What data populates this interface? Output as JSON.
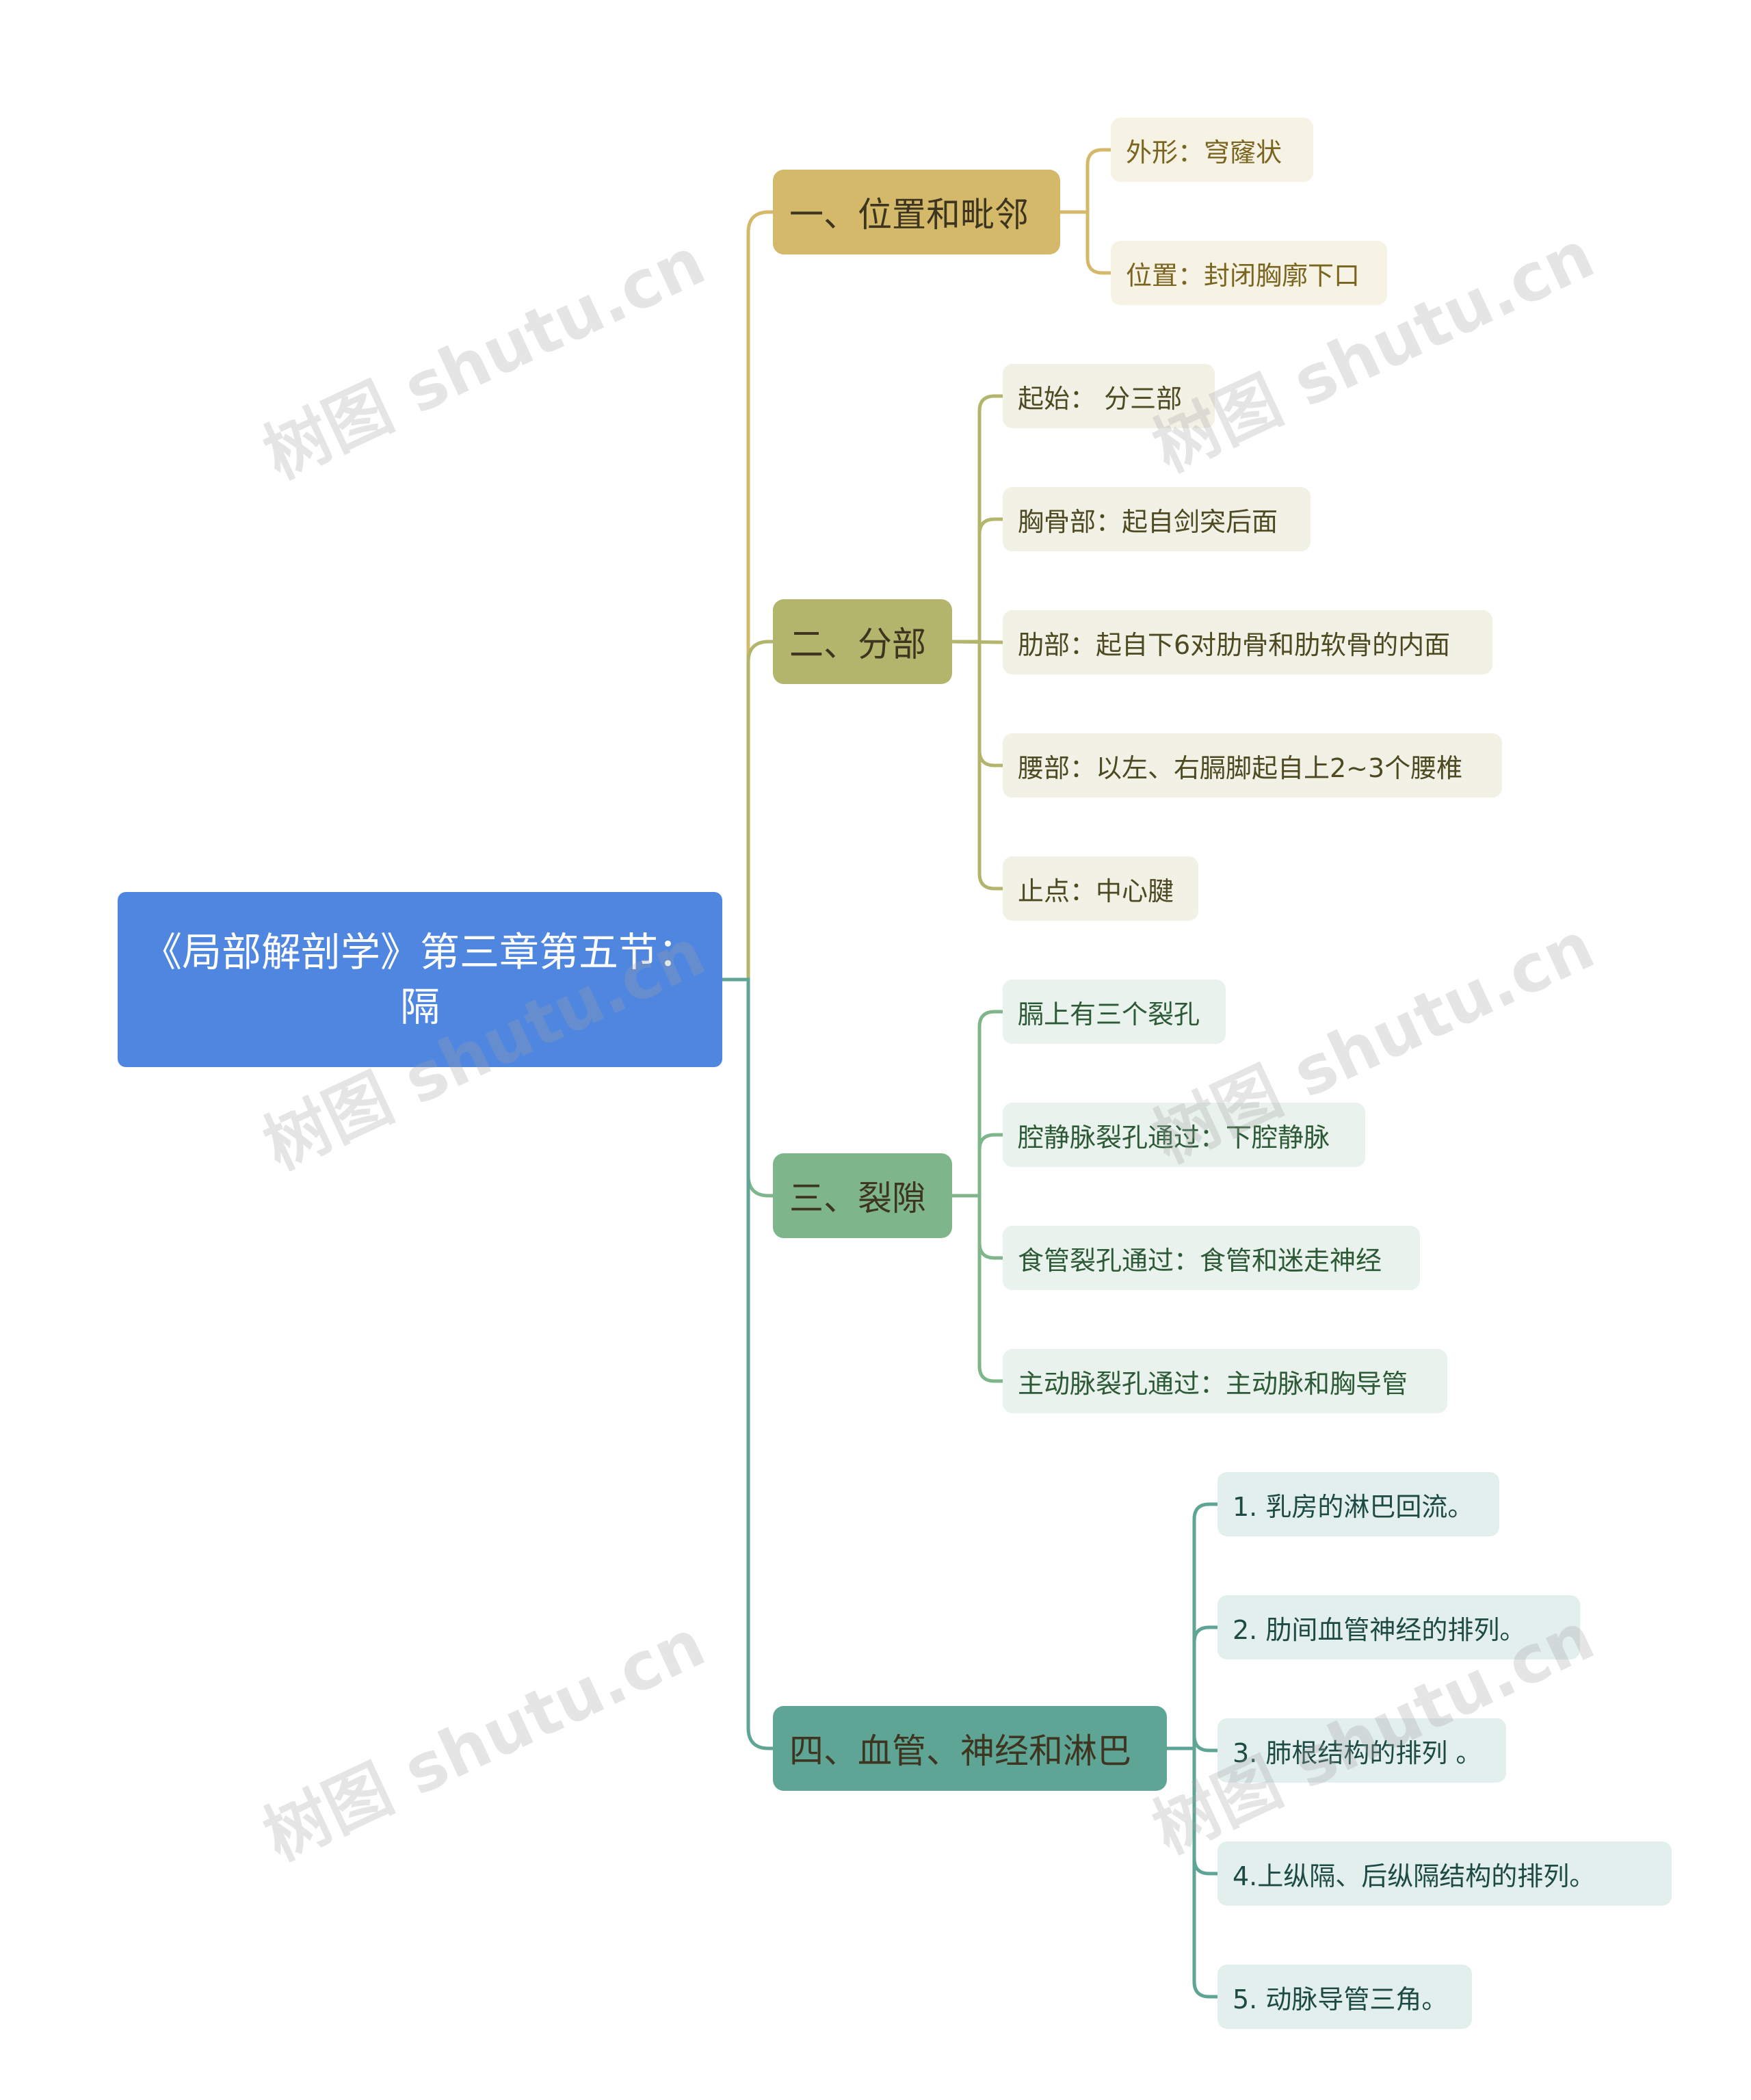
{
  "root": {
    "title": "《局部解剖学》第三章第五节：隔"
  },
  "branches": [
    {
      "label": "一、位置和毗邻",
      "color": "#d4b96a",
      "leaf_bg": "#f7f3e4",
      "leaf_color": "#7a6520",
      "children": [
        "外形：穹窿状",
        "位置：封闭胸廓下口"
      ]
    },
    {
      "label": "二、分部",
      "color": "#b3b56d",
      "leaf_bg": "#f1f1e6",
      "leaf_color": "#4d4a22",
      "children": [
        "起始： 分三部",
        "胸骨部：起自剑突后面",
        "肋部：起自下6对肋骨和肋软骨的内面",
        "腰部：以左、右膈脚起自上2~3个腰椎",
        "止点：中心腱"
      ]
    },
    {
      "label": "三、裂隙",
      "color": "#7fb58a",
      "leaf_bg": "#e9f2ec",
      "leaf_color": "#2d5a36",
      "children": [
        "膈上有三个裂孔",
        "腔静脉裂孔通过：下腔静脉",
        "食管裂孔通过：食管和迷走神经",
        "主动脉裂孔通过：主动脉和胸导管"
      ]
    },
    {
      "label": "四、血管、神经和淋巴",
      "color": "#5fa595",
      "leaf_bg": "#e2efed",
      "leaf_color": "#1e4a44",
      "children": [
        "1. 乳房的淋巴回流。",
        "2. 肋间血管神经的排列。",
        "3. 肺根结构的排列 。",
        "4.上纵隔、后纵隔结构的排列。",
        "5. 动脉导管三角。"
      ]
    }
  ],
  "root_color": "#4f86e0",
  "watermark": "树图 shutu.cn"
}
